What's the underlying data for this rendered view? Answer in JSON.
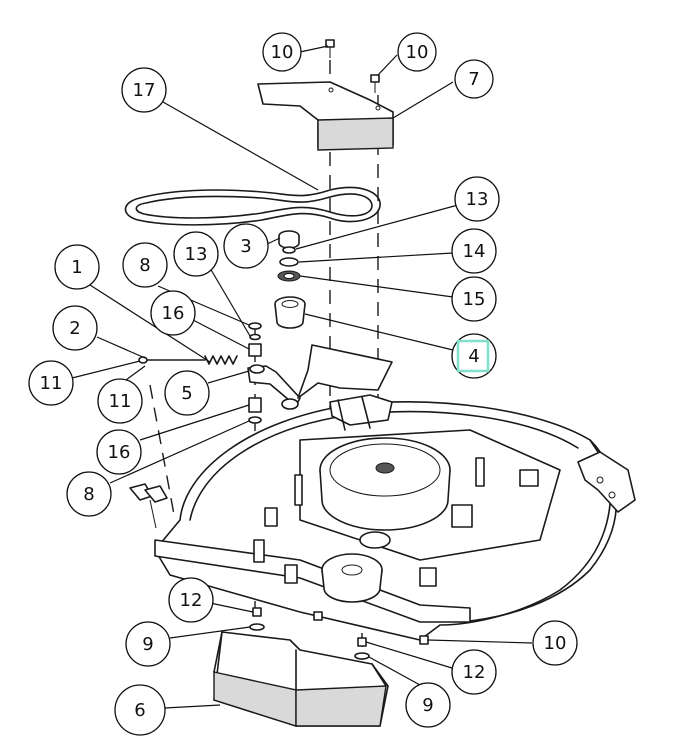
{
  "callouts": [
    {
      "id": "c1",
      "text": "10"
    },
    {
      "id": "c2",
      "text": "10"
    },
    {
      "id": "c3",
      "text": "7"
    },
    {
      "id": "c4",
      "text": "17"
    },
    {
      "id": "c5",
      "text": "13"
    },
    {
      "id": "c6",
      "text": "3"
    },
    {
      "id": "c7",
      "text": "14"
    },
    {
      "id": "c8",
      "text": "8"
    },
    {
      "id": "c9",
      "text": "13"
    },
    {
      "id": "c10",
      "text": "15"
    },
    {
      "id": "c11",
      "text": "1"
    },
    {
      "id": "c12",
      "text": "16"
    },
    {
      "id": "c13",
      "text": "2"
    },
    {
      "id": "c14",
      "text": "4"
    },
    {
      "id": "c15",
      "text": "11"
    },
    {
      "id": "c16",
      "text": "11"
    },
    {
      "id": "c17",
      "text": "5"
    },
    {
      "id": "c18",
      "text": "16"
    },
    {
      "id": "c19",
      "text": "8"
    },
    {
      "id": "c20",
      "text": "12"
    },
    {
      "id": "c21",
      "text": "9"
    },
    {
      "id": "c22",
      "text": "10"
    },
    {
      "id": "c23",
      "text": "12"
    },
    {
      "id": "c24",
      "text": "6"
    },
    {
      "id": "c25",
      "text": "9"
    }
  ],
  "highlight_callout": "c14",
  "highlight_color": "#7fe0cc"
}
